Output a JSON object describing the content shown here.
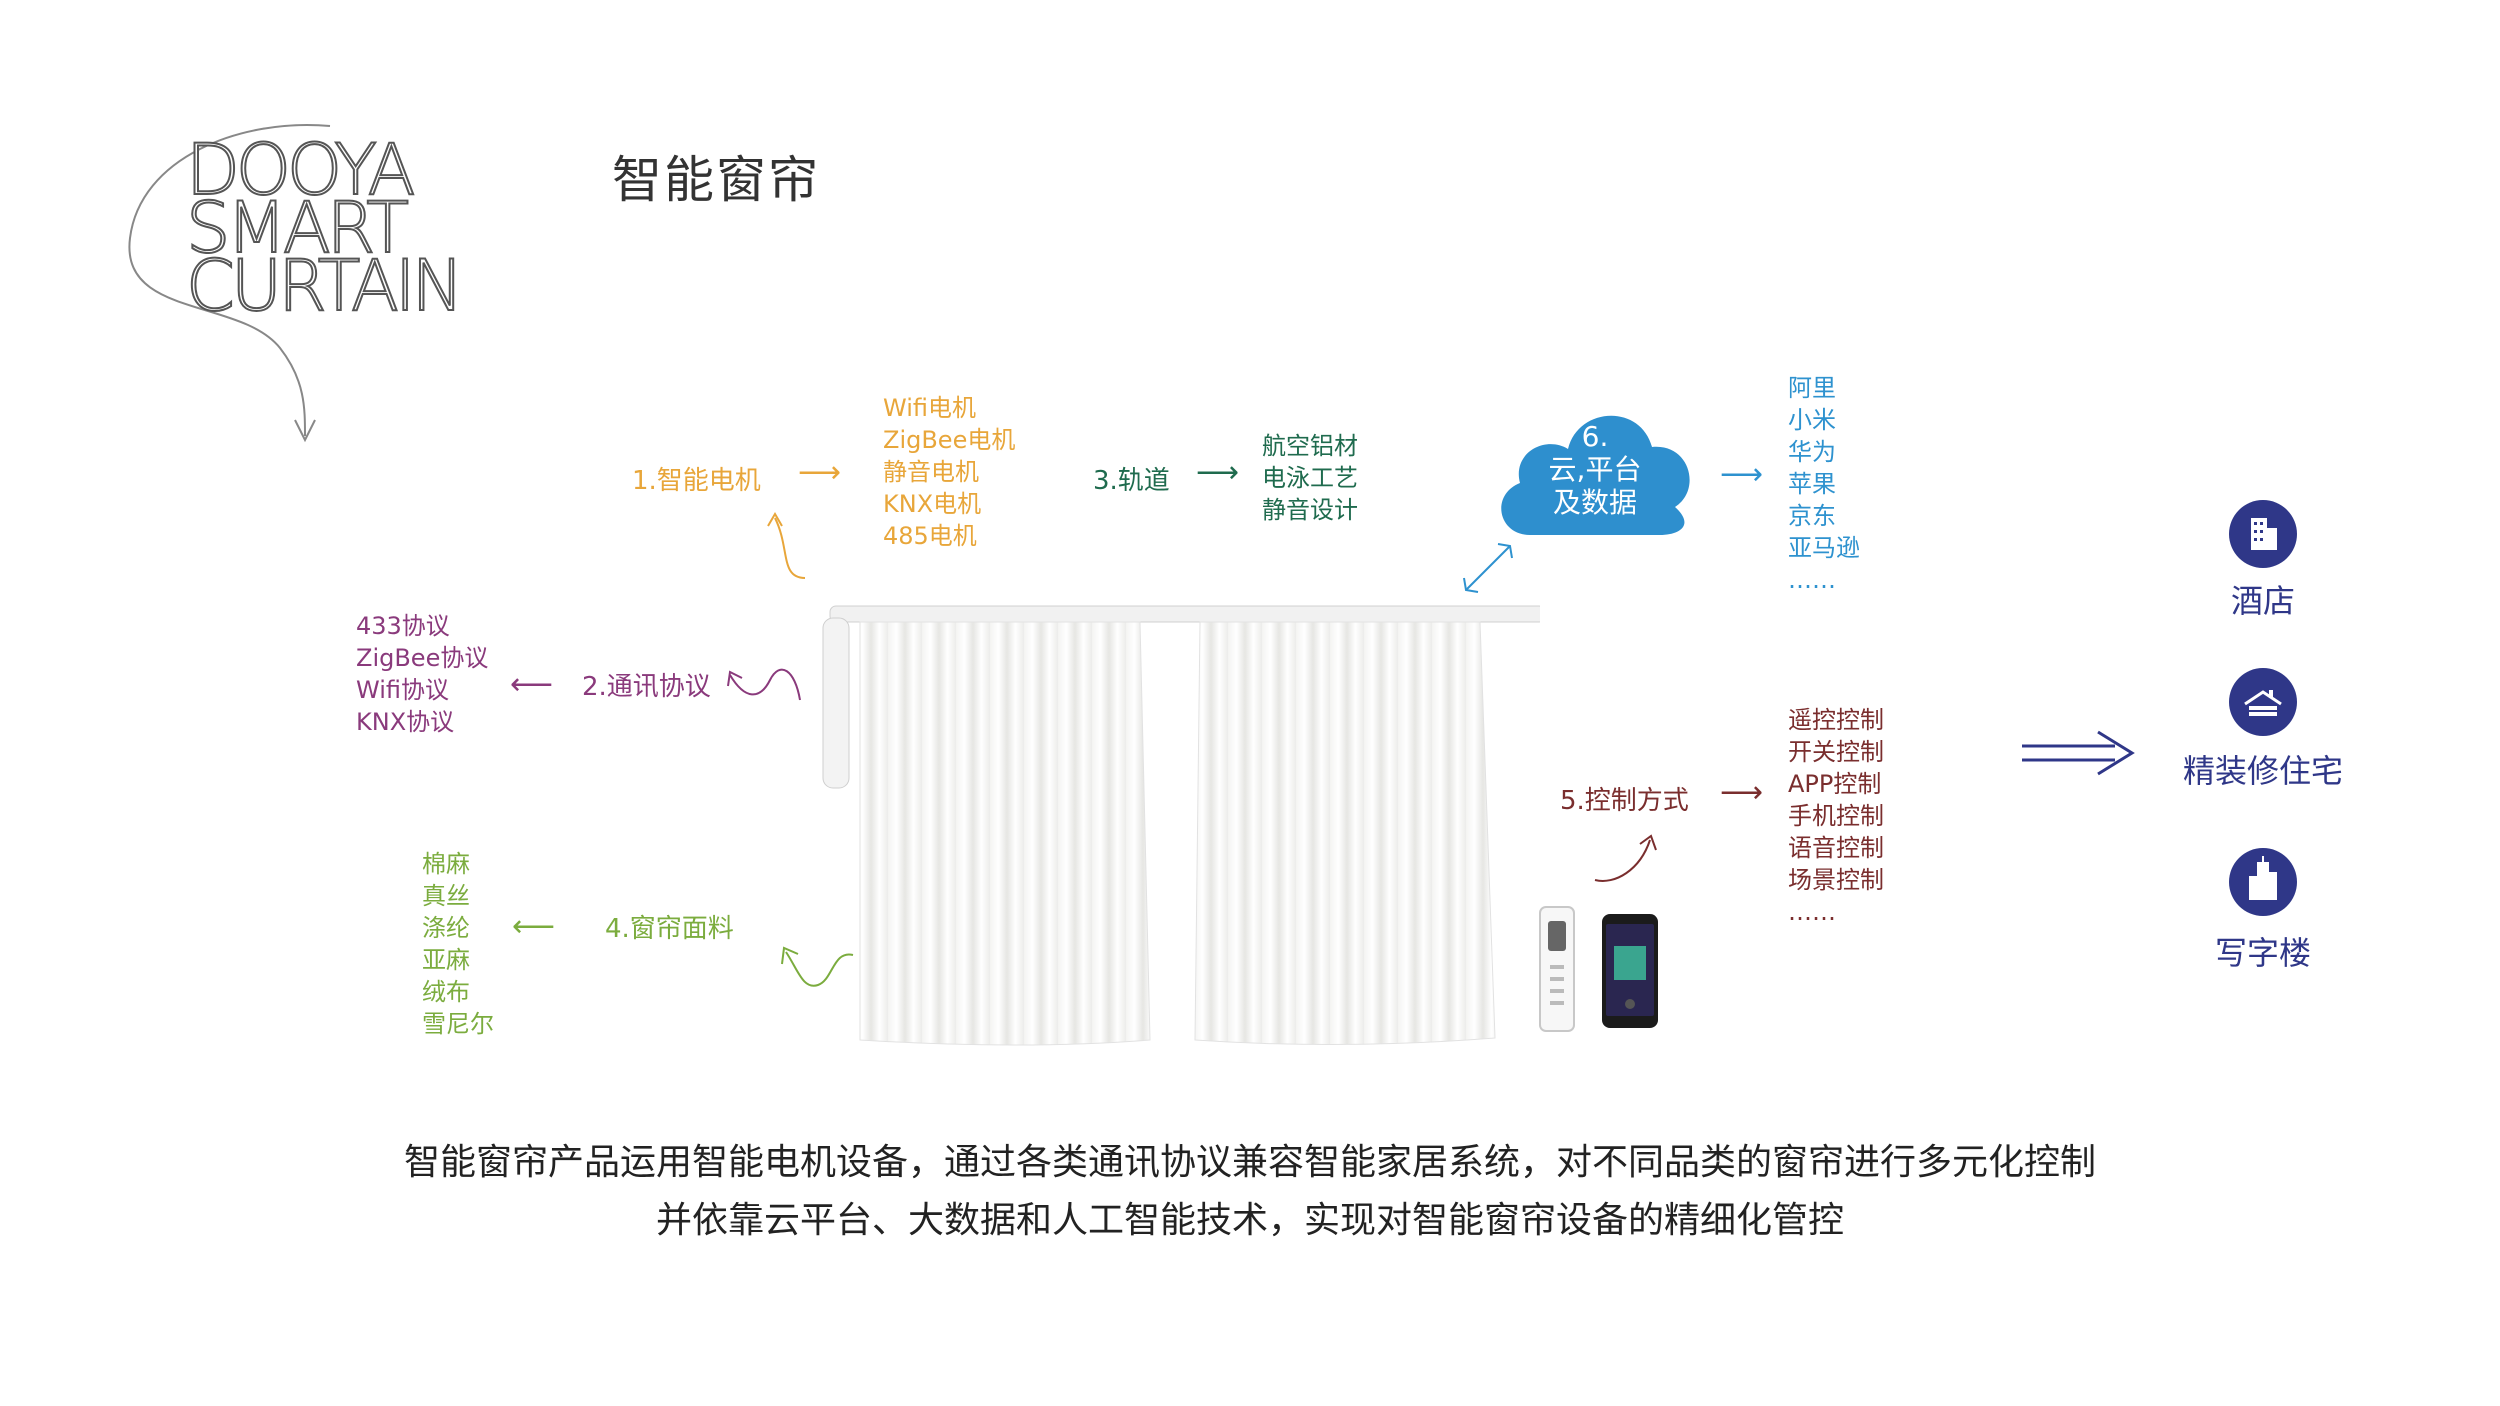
{
  "logo": {
    "lines": [
      "DOOYA",
      "SMART",
      "CURTAIN"
    ]
  },
  "title": "智能窗帘",
  "nodes": {
    "motor": {
      "label": "1.智能电机",
      "items": [
        "Wifi电机",
        "ZigBee电机",
        "静音电机",
        "KNX电机",
        "485电机"
      ]
    },
    "protocol": {
      "label": "2.通讯协议",
      "items": [
        "433协议",
        "ZigBee协议",
        "Wifi协议",
        "KNX协议"
      ]
    },
    "track": {
      "label": "3.轨道",
      "items": [
        "航空铝材",
        "电泳工艺",
        "静音设计"
      ]
    },
    "fabric": {
      "label": "4.窗帘面料",
      "items": [
        "棉麻",
        "真丝",
        "涤纶",
        "亚麻",
        "绒布",
        "雪尼尔"
      ]
    },
    "control": {
      "label": "5.控制方式",
      "items": [
        "遥控控制",
        "开关控制",
        "APP控制",
        "手机控制",
        "语音控制",
        "场景控制",
        "……"
      ]
    },
    "cloud": {
      "label_lines": [
        "6.",
        "云,平台",
        "及数据"
      ],
      "items": [
        "阿里",
        "小米",
        "华为",
        "苹果",
        "京东",
        "亚马逊",
        "……"
      ]
    }
  },
  "categories": [
    {
      "label": "酒店",
      "icon": "hotel-building-icon"
    },
    {
      "label": "精装修住宅",
      "icon": "residence-house-icon"
    },
    {
      "label": "写字楼",
      "icon": "office-tower-icon"
    }
  ],
  "description": [
    "智能窗帘产品运用智能电机设备，通过各类通讯协议兼容智能家居系统，对不同品类的窗帘进行多元化控制",
    "并依靠云平台、大数据和人工智能技术，实现对智能窗帘设备的精细化管控"
  ],
  "colors": {
    "motor": "#e8a63a",
    "track": "#1f6b4e",
    "cloud": "#2e92cf",
    "protocol": "#8a3a7c",
    "fabric": "#7bac3e",
    "control": "#7a2e2e",
    "categories": "#2f3788"
  }
}
